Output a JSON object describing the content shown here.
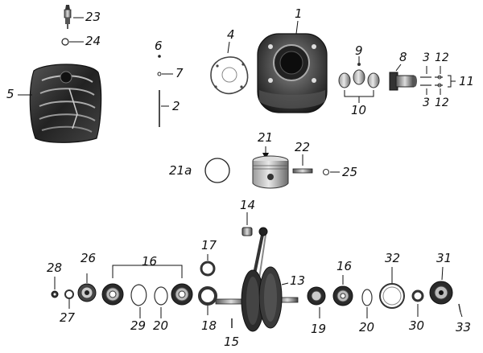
{
  "labels": {
    "p1": "1",
    "p2": "2",
    "p3a": "3",
    "p3b": "3",
    "p4": "4",
    "p5": "5",
    "p6": "6",
    "p7": "7",
    "p8": "8",
    "p9": "9",
    "p10": "10",
    "p11": "11",
    "p12a": "12",
    "p12b": "12",
    "p13": "13",
    "p14": "14",
    "p15": "15",
    "p16a": "16",
    "p16b": "16",
    "p17": "17",
    "p18": "18",
    "p19": "19",
    "p20a": "20",
    "p20b": "20",
    "p21": "21",
    "p21a": "21a",
    "p22": "22",
    "p23": "23",
    "p24": "24",
    "p25": "25",
    "p26": "26",
    "p27": "27",
    "p28": "28",
    "p29": "29",
    "p30": "30",
    "p31": "31",
    "p32": "32",
    "p33": "33"
  },
  "colors": {
    "ink": "#111111",
    "dark": "#2a2a2a",
    "mid": "#6e6e6e",
    "light": "#b8b8b8",
    "paper": "#ffffff"
  }
}
